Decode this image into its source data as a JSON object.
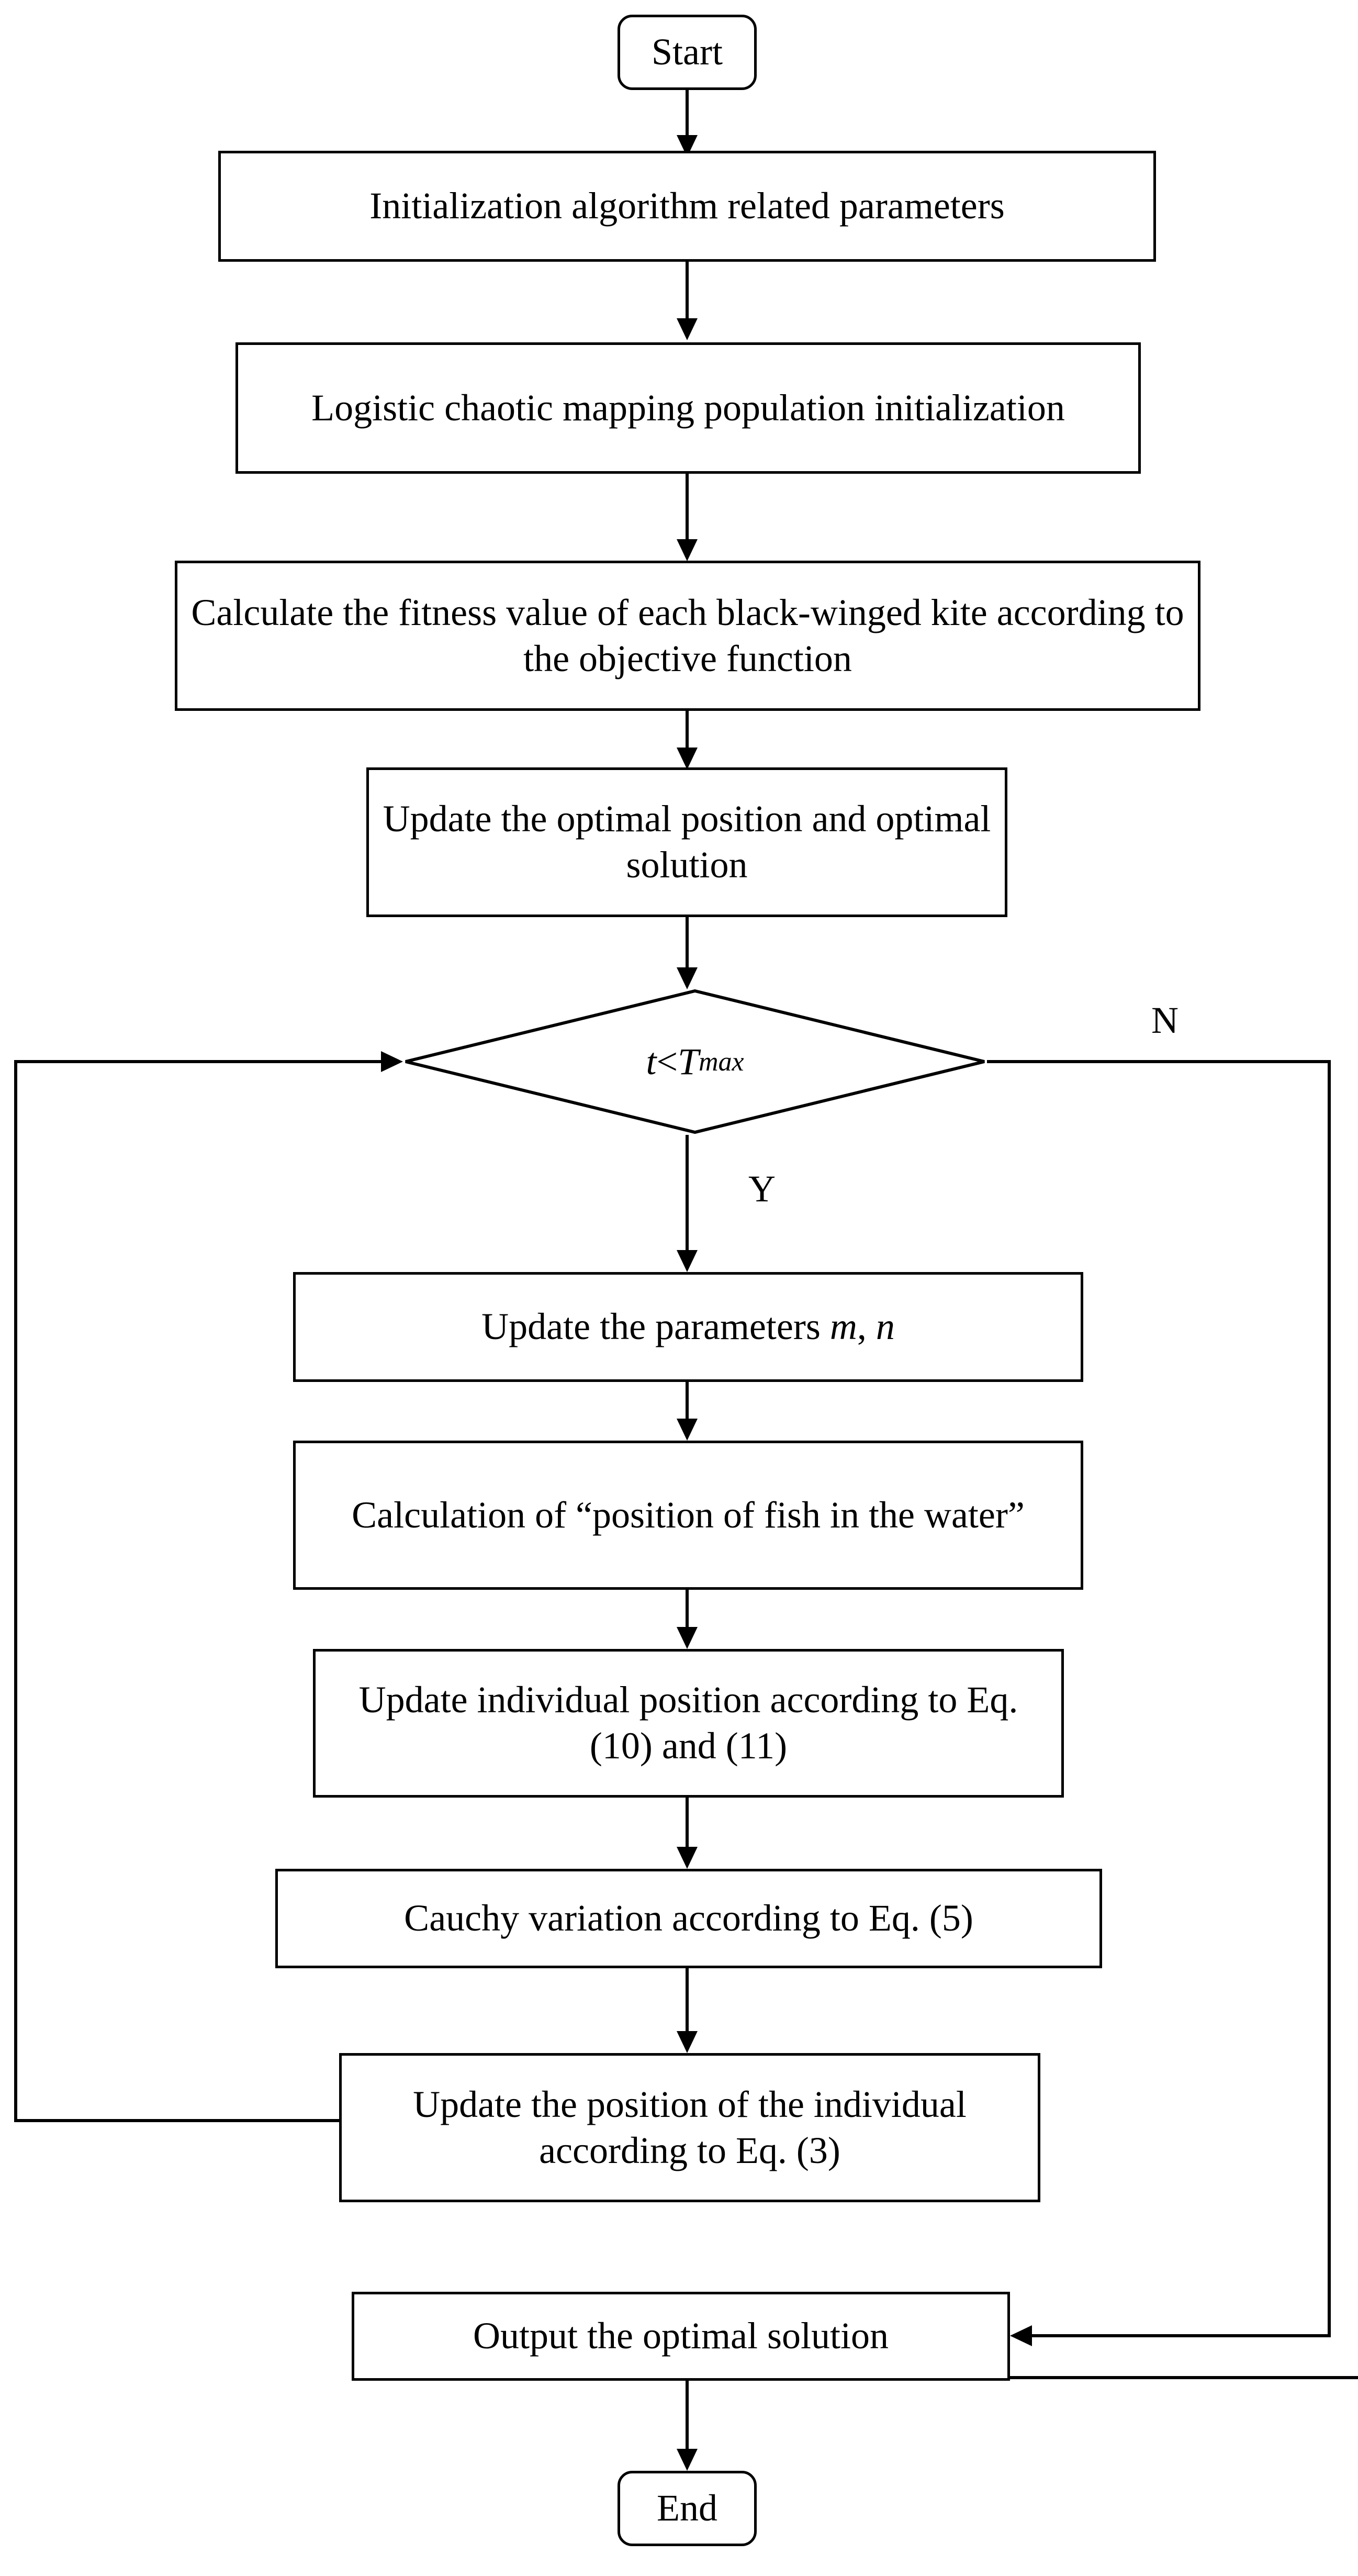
{
  "diagram": {
    "title": "Algorithm flowchart",
    "type": "flowchart",
    "nodes": {
      "start": "Start",
      "init_params": "Initialization algorithm related parameters",
      "logistic": "Logistic chaotic mapping population initialization",
      "fitness": "Calculate the fitness value of each black-winged kite according to the objective function",
      "update_optimal": "Update the optimal position and optimal solution",
      "decision_pre": "t",
      "decision_op": " < ",
      "decision_var": "T",
      "decision_sub": "max",
      "update_mn_a": "Update the  parameters ",
      "update_mn_m": "m",
      "update_mn_sep": ", ",
      "update_mn_n": "n",
      "fish_position": "Calculation of “position of fish in the water”",
      "update_individual": "Update individual position according to Eq. (10) and (11)",
      "cauchy": "Cauchy variation according to Eq. (5)",
      "update_position_eq3": "Update the position of the individual according to Eq. (3)",
      "output": "Output the optimal solution",
      "end": "End"
    },
    "edge_labels": {
      "no": "N",
      "yes": "Y"
    },
    "colors": {
      "stroke": "#000000",
      "fill": "#ffffff",
      "text": "#000000"
    }
  }
}
